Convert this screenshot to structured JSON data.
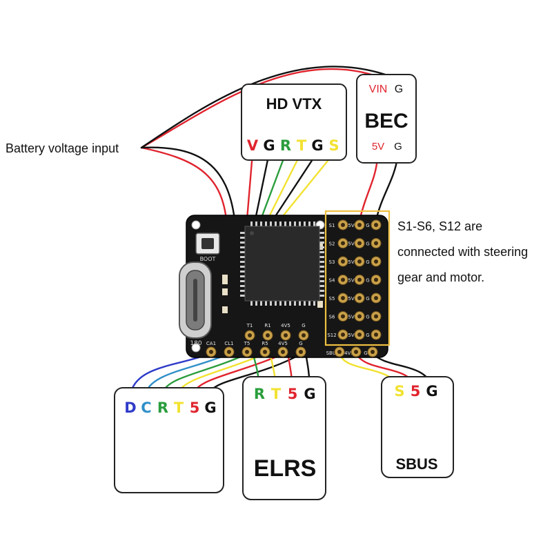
{
  "labels": {
    "battery": "Battery voltage input",
    "note_line1": "S1-S6, S12 are",
    "note_line2": "connected with steering",
    "note_line3": "gear and motor."
  },
  "boxes": {
    "hdvtx": {
      "title": "HD VTX",
      "pins": [
        "V",
        "G",
        "R",
        "T",
        "G",
        "S"
      ]
    },
    "bec": {
      "title": "BEC",
      "top_pins": [
        "VIN",
        "G"
      ],
      "bottom_pins": [
        "5V",
        "G"
      ]
    },
    "dji": {
      "title": "",
      "pins": [
        "D",
        "C",
        "R",
        "T",
        "5",
        "G"
      ]
    },
    "elrs": {
      "title": "ELRS",
      "pins": [
        "R",
        "T",
        "5",
        "G"
      ]
    },
    "sbus": {
      "title": "SBUS",
      "pins": [
        "S",
        "5",
        "G"
      ]
    }
  },
  "board": {
    "boot_label": "BOOT",
    "usb_label": "180",
    "bottom_pads": [
      "CA1",
      "CL1",
      "T5",
      "R5",
      "4V5",
      "G"
    ],
    "upper_pads": [
      "T1",
      "R1",
      "4V5",
      "G"
    ],
    "sbus_pads": [
      "SBUS",
      "4V5",
      "G"
    ],
    "servo_rows": [
      "S1",
      "S2",
      "S3",
      "S4",
      "S5",
      "S6",
      "S12"
    ],
    "servo_cols": [
      "",
      "5V",
      "G"
    ]
  },
  "colors": {
    "red": "#e0242e",
    "green": "#2a9d3c",
    "yellow": "#f2e230",
    "blue": "#2f3bc9",
    "cyan": "#2f8fc8",
    "black": "#111111",
    "highlight": "#f0c040"
  }
}
